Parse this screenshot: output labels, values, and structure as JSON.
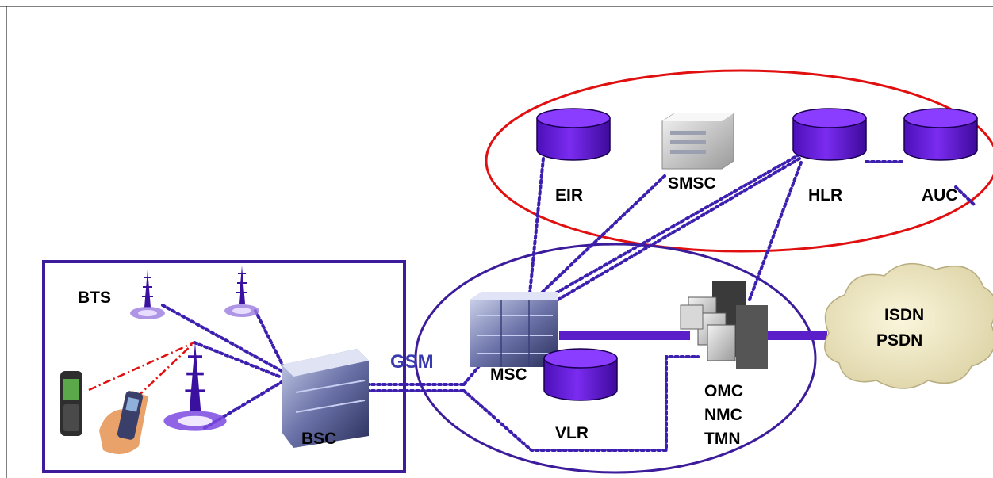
{
  "colors": {
    "network_blue": "#4a1faa",
    "link_dots": "#3d1fb0",
    "core_ring": "#e01010",
    "radio_link": "#e01010",
    "cylinder_fill": "#6a1fd8",
    "gsm_text": "#3a3ab0"
  },
  "labels": {
    "bts": "BTS",
    "bsc": "BSC",
    "gsm": "GSM",
    "msc": "MSC",
    "vlr": "VLR",
    "eir": "EIR",
    "smsc": "SMSC",
    "hlr": "HLR",
    "auc": "AUC",
    "omc": "OMC",
    "nmc": "NMC",
    "tmn": "TMN",
    "isdn": "ISDN",
    "psdn": "PSDN"
  },
  "icons": [
    "mobile-phone-icon",
    "hand-phone-icon",
    "bts-tower-icon",
    "bsc-rack-icon",
    "msc-server-icon",
    "database-cylinder-icon",
    "smsc-server-icon",
    "omc-computer-cluster-icon",
    "cloud-icon"
  ]
}
